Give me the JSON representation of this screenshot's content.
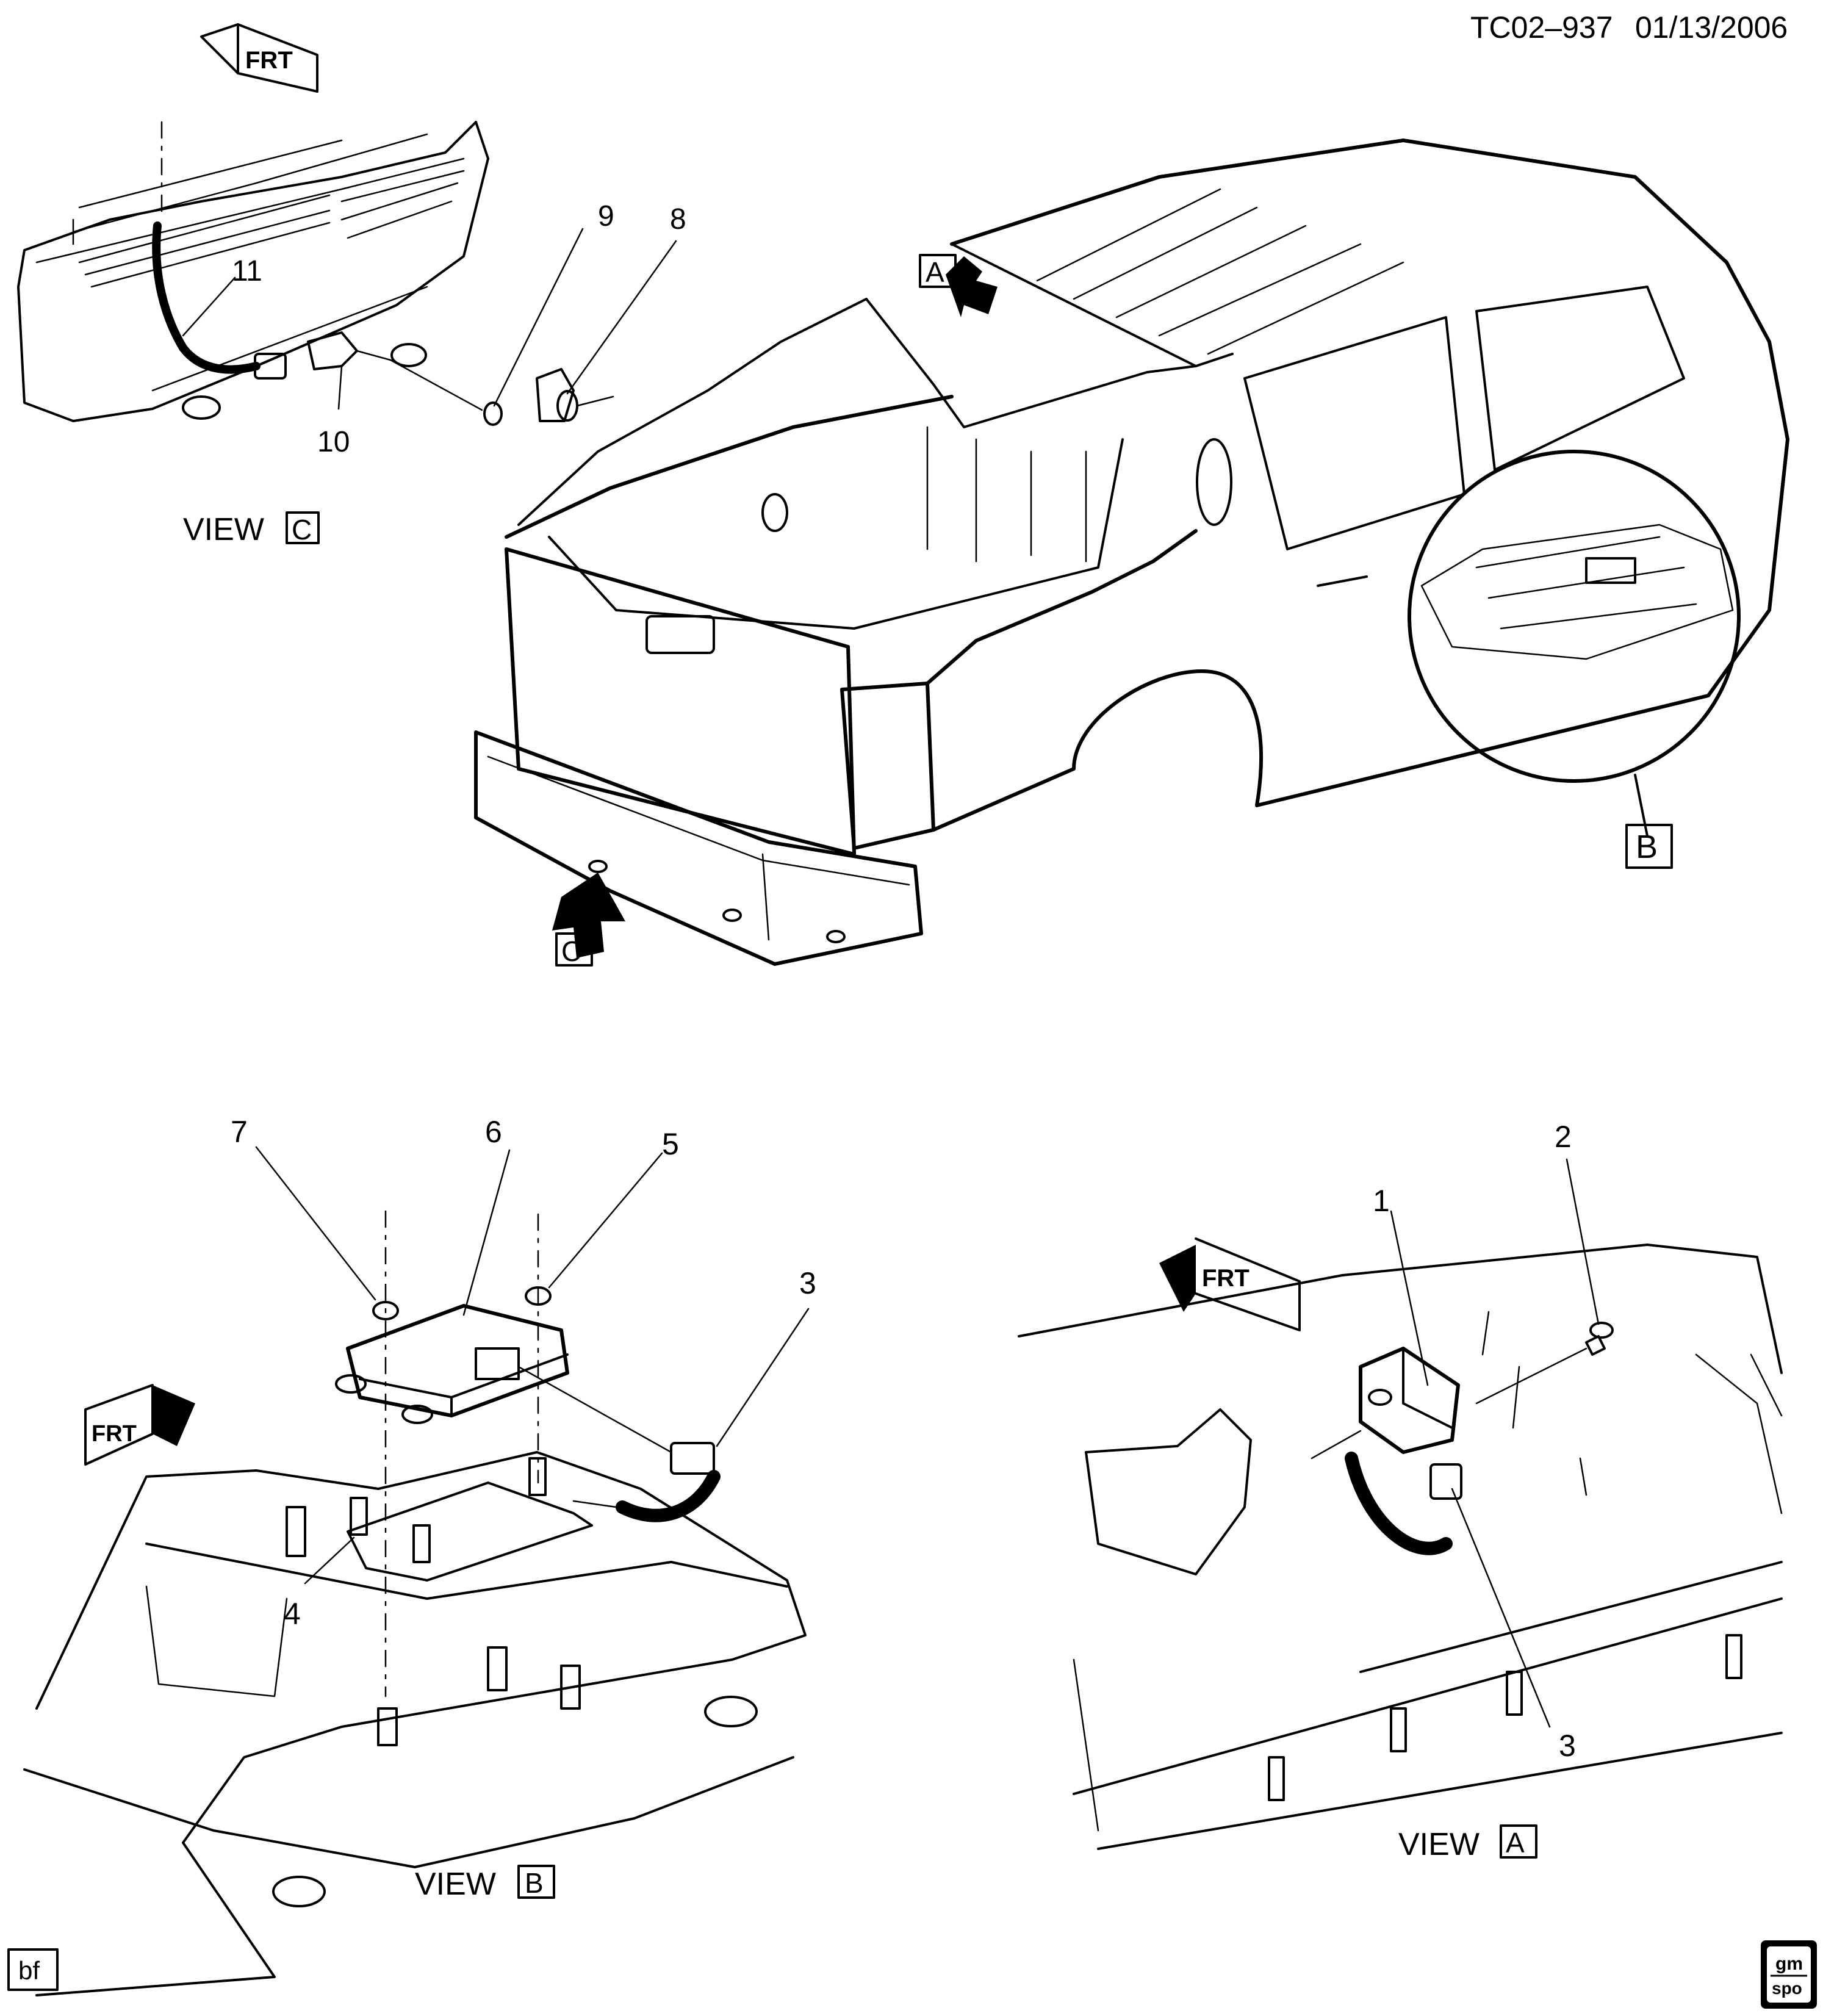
{
  "header": {
    "doc_id": "TC02–937",
    "date": "01/13/2006"
  },
  "views": {
    "c": {
      "word": "VIEW",
      "letter": "C"
    },
    "b": {
      "word": "VIEW",
      "letter": "B"
    },
    "a": {
      "word": "VIEW",
      "letter": "A"
    }
  },
  "callouts": {
    "a": "A",
    "b": "B",
    "c": "C"
  },
  "parts": {
    "p1": "1",
    "p2": "2",
    "p3a": "3",
    "p3b": "3",
    "p4": "4",
    "p5": "5",
    "p6": "6",
    "p7": "7",
    "p8": "8",
    "p9": "9",
    "p10": "10",
    "p11": "11"
  },
  "front_marker": "FRT",
  "footer": {
    "initials": "bf",
    "logo_top": "gm",
    "logo_bottom": "spo"
  }
}
